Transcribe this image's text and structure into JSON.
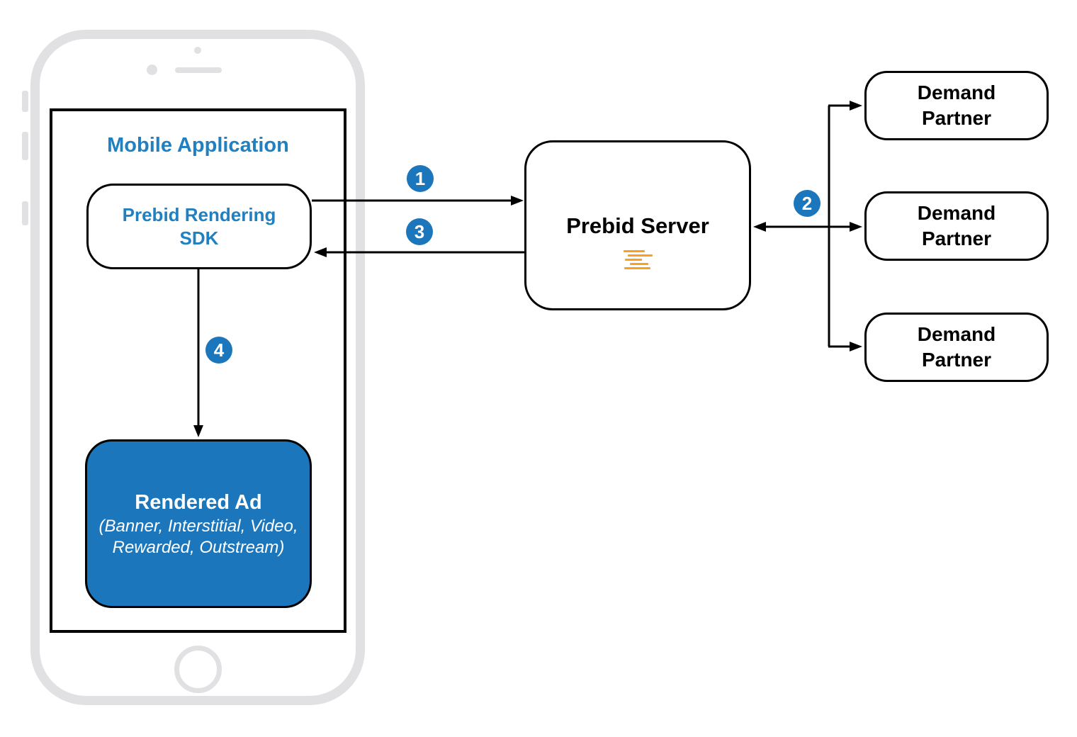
{
  "colors": {
    "blue": "#1b76bb",
    "blueText": "#2180c0",
    "orange": "#f9a11e",
    "phoneGray": "#e1e1e3"
  },
  "mobile_app": {
    "title": "Mobile Application"
  },
  "sdk": {
    "line1": "Prebid Rendering",
    "line2": "SDK"
  },
  "server": {
    "title": "Prebid Server"
  },
  "rendered_ad": {
    "title": "Rendered Ad",
    "subtitle1": "(Banner, Interstitial, Video,",
    "subtitle2": "Rewarded, Outstream)"
  },
  "demand_partners": [
    {
      "line1": "Demand",
      "line2": "Partner"
    },
    {
      "line1": "Demand",
      "line2": "Partner"
    },
    {
      "line1": "Demand",
      "line2": "Partner"
    }
  ],
  "steps": [
    {
      "label": "1"
    },
    {
      "label": "2"
    },
    {
      "label": "3"
    },
    {
      "label": "4"
    }
  ]
}
